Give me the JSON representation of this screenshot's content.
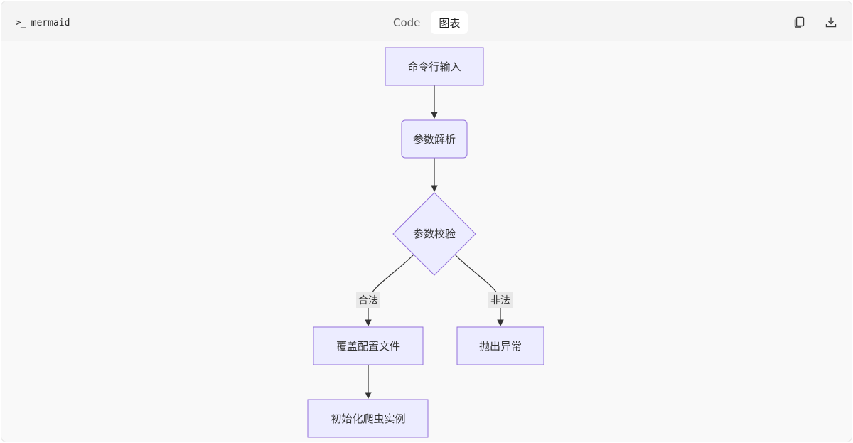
{
  "header": {
    "language": "mermaid",
    "prompt_icon": "terminal-icon",
    "tabs": [
      {
        "label": "Code",
        "active": false
      },
      {
        "label": "图表",
        "active": true
      }
    ],
    "tools": [
      "copy-icon",
      "download-icon"
    ]
  },
  "diagram": {
    "type": "flowchart",
    "node_fill": "#ececff",
    "node_stroke": "#9370db",
    "edge_color": "#333333",
    "edge_label_bg": "#e8e8e8",
    "nodes": {
      "input": {
        "label": "命令行输入",
        "shape": "rect"
      },
      "parse": {
        "label": "参数解析",
        "shape": "rounded"
      },
      "validate": {
        "label": "参数校验",
        "shape": "diamond"
      },
      "override": {
        "label": "覆盖配置文件",
        "shape": "rect"
      },
      "error": {
        "label": "抛出异常",
        "shape": "rect"
      },
      "init": {
        "label": "初始化爬虫实例",
        "shape": "rect"
      }
    },
    "edges": [
      {
        "from": "input",
        "to": "parse",
        "label": ""
      },
      {
        "from": "parse",
        "to": "validate",
        "label": ""
      },
      {
        "from": "validate",
        "to": "override",
        "label": "合法"
      },
      {
        "from": "validate",
        "to": "error",
        "label": "非法"
      },
      {
        "from": "override",
        "to": "init",
        "label": ""
      }
    ]
  }
}
